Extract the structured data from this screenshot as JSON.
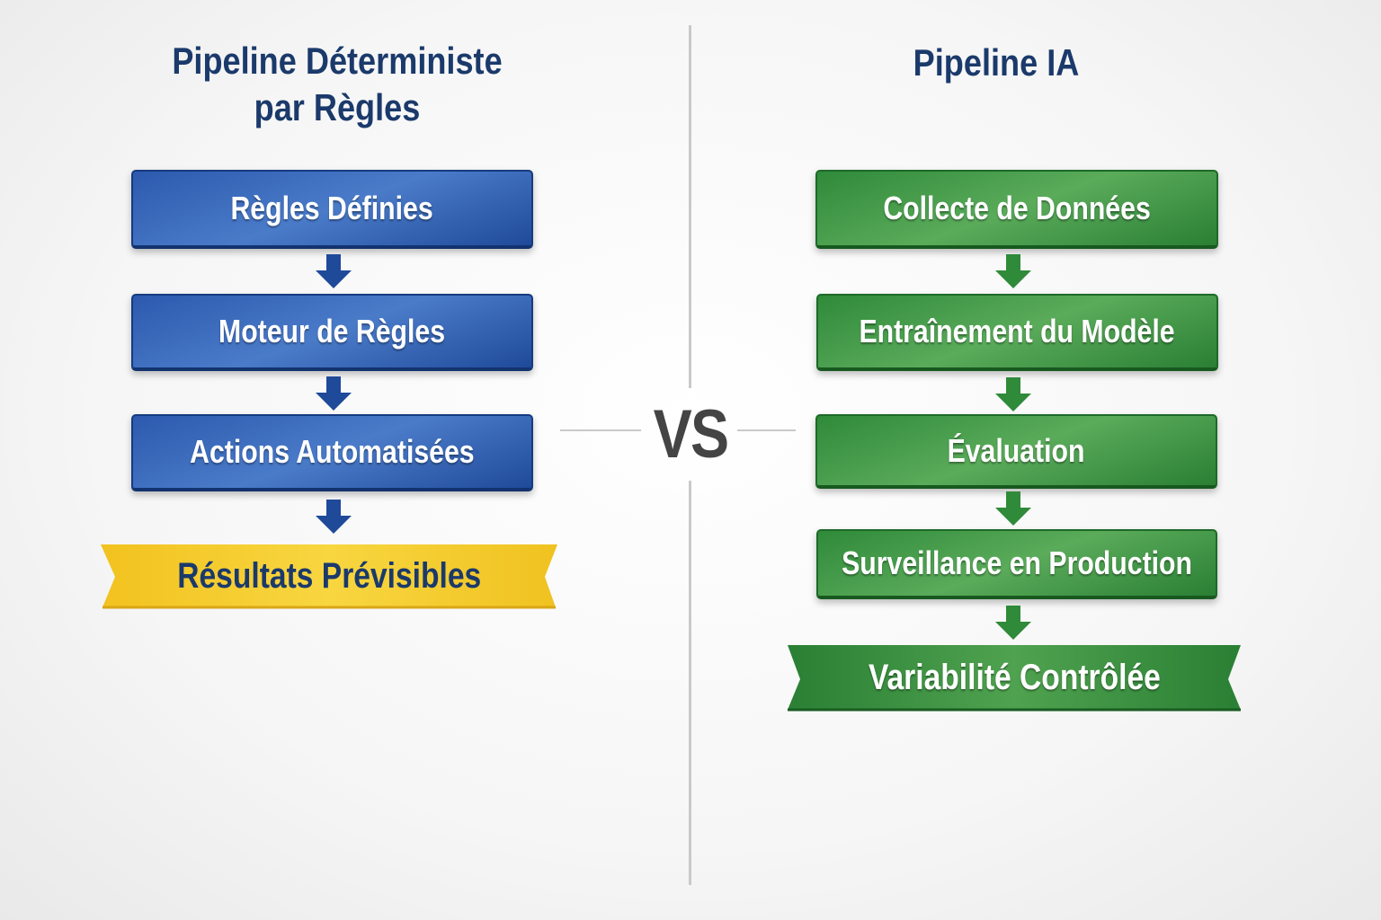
{
  "left": {
    "title_line1": "Pipeline Déterministe",
    "title_line2": "par Règles",
    "steps": [
      "Règles Définies",
      "Moteur de Règles",
      "Actions Automatisées"
    ],
    "result": "Résultats Prévisibles",
    "colors": {
      "box": "#2c59ad",
      "banner": "#f5cd2e",
      "banner_text": "#1b3a6b"
    }
  },
  "center": {
    "vs": "VS"
  },
  "right": {
    "title": "Pipeline IA",
    "steps": [
      "Collecte de Données",
      "Entraînement du Modèle",
      "Évaluation",
      "Surveillance en Production"
    ],
    "result": "Variabilité Contrôlée",
    "colors": {
      "box": "#2f8a3a",
      "banner": "#2f8a3a"
    }
  }
}
